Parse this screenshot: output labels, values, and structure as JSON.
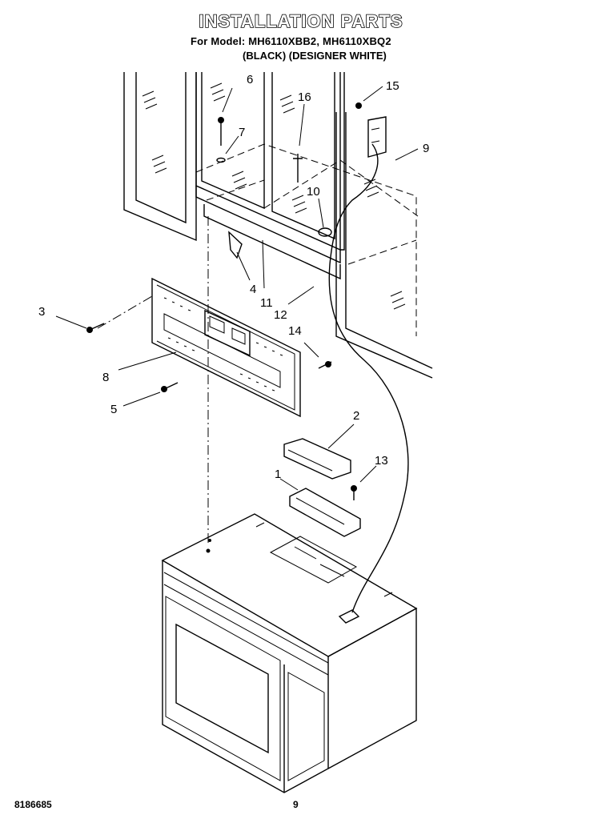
{
  "header": {
    "title": "INSTALLATION PARTS",
    "model_line": "For Model: MH6110XBB2, MH6110XBQ2",
    "variant_line": "(BLACK) (DESIGNER WHITE)"
  },
  "callouts": [
    "1",
    "2",
    "3",
    "4",
    "5",
    "6",
    "7",
    "8",
    "9",
    "10",
    "11",
    "12",
    "13",
    "14",
    "15",
    "16"
  ],
  "footer": {
    "doc_number": "8186685",
    "page_number": "9"
  }
}
